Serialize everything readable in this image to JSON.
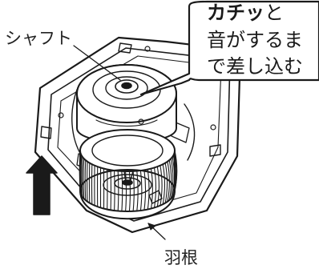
{
  "labels": {
    "shaft": "シャフト",
    "blade": "羽根"
  },
  "callout": {
    "line1_bold": "カチッ",
    "line1_rest": "と",
    "line2": "音がするま",
    "line3": "で差し込む"
  }
}
